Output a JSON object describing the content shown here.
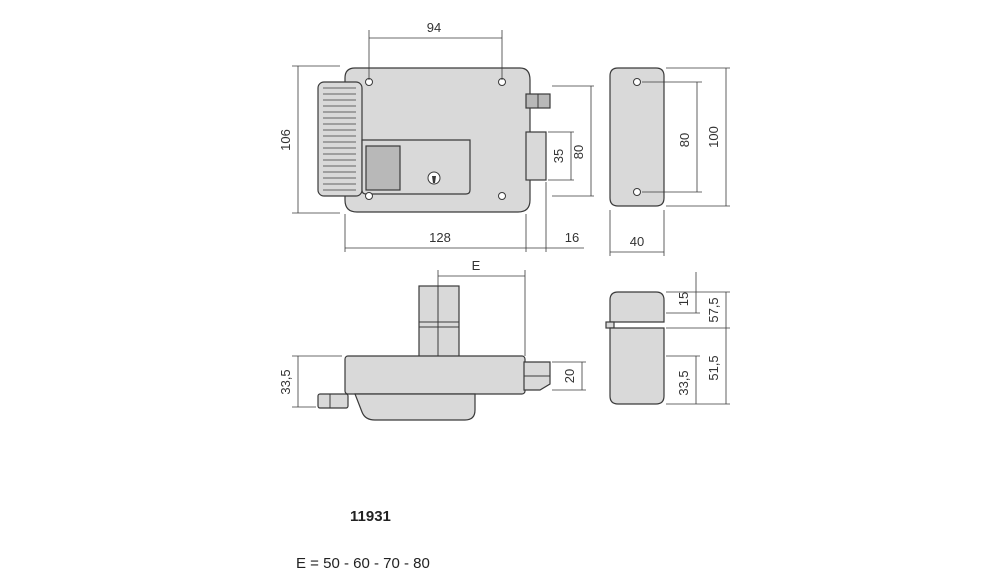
{
  "dimensions": {
    "screw_spacing": "94",
    "body_height": "106",
    "body_width": "128",
    "bolt_projection": "16",
    "bolt_height": "35",
    "bolt_guide_height": "80",
    "keeper_hole_spacing": "80",
    "keeper_height": "100",
    "keeper_width": "40",
    "backset": "E",
    "lock_depth": "33,5",
    "bolt_thickness": "20",
    "keeper_top": "15",
    "keeper_upper": "57,5",
    "keeper_lower_depth": "33,5",
    "keeper_lower": "51,5"
  },
  "model_number": "11931",
  "variants": "E = 50 - 60 - 70 - 80"
}
